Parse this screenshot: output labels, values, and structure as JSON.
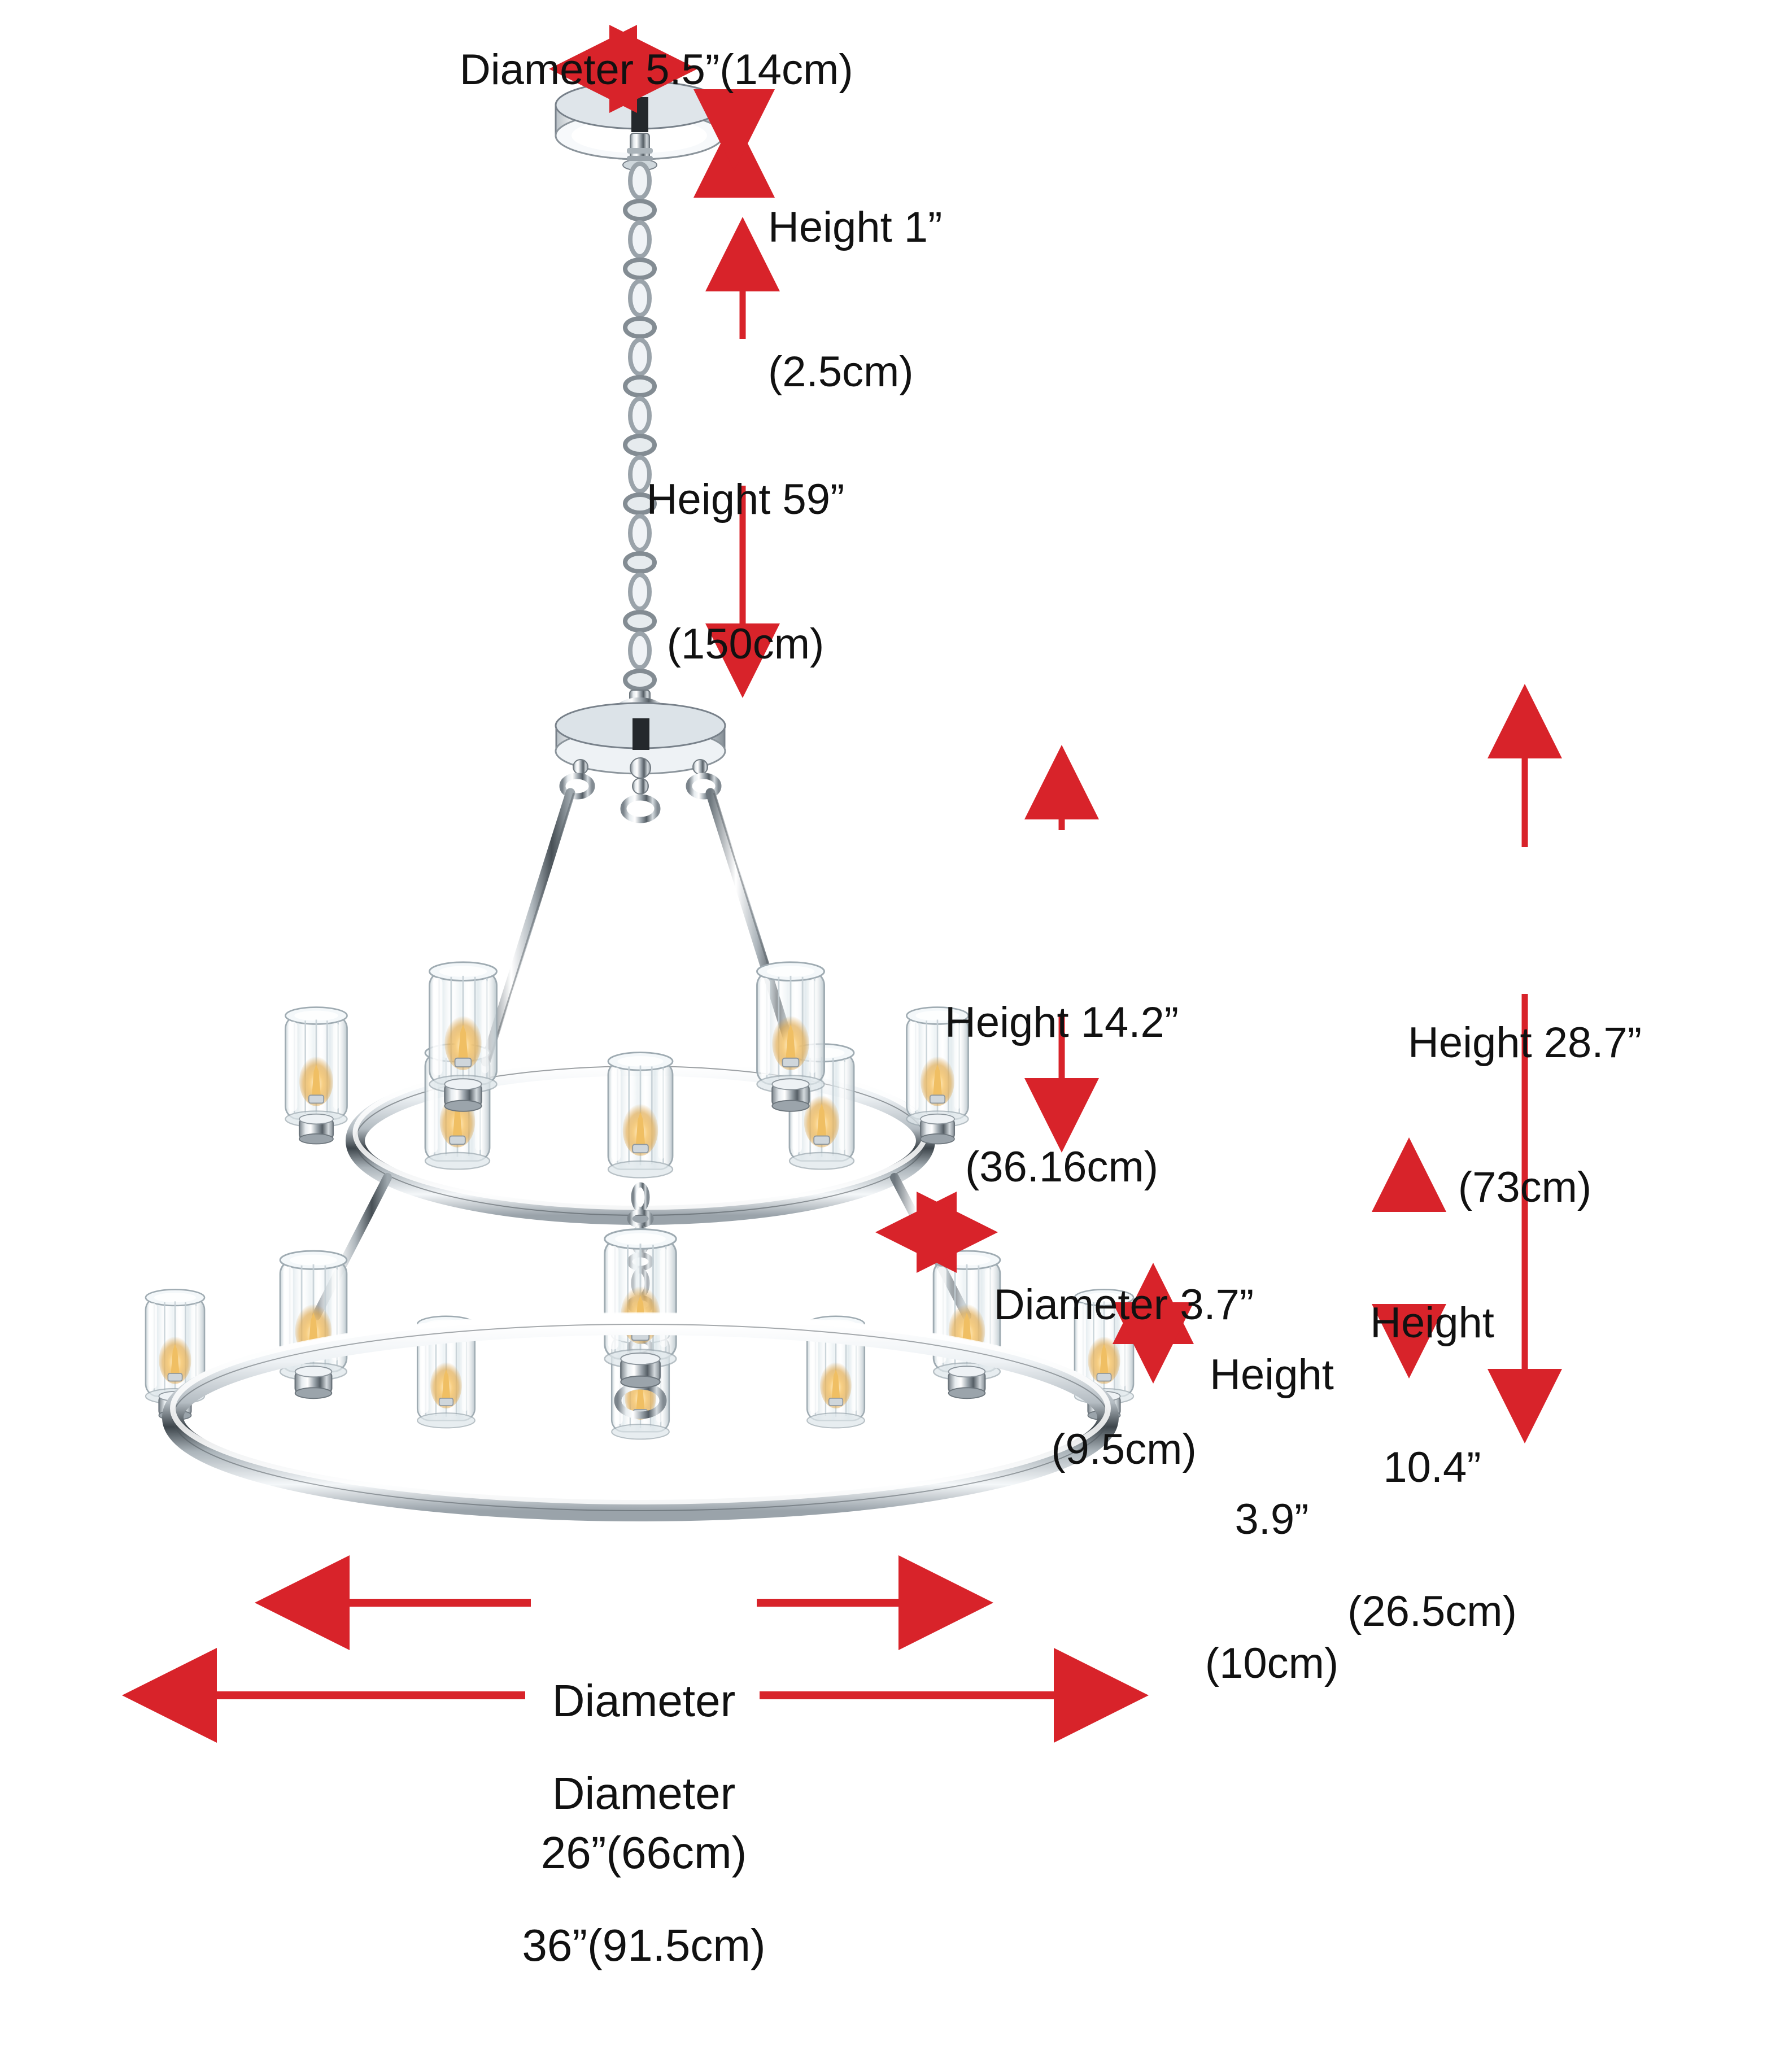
{
  "product": {
    "name": "two-tier-chandelier",
    "finish": "chrome",
    "shade_type": "clear-glass-cylinder"
  },
  "colors": {
    "arrow_red": "#D8232A",
    "text_black": "#111111",
    "background": "#FFFFFF",
    "chrome_light": "#F2F4F6",
    "chrome_mid": "#BFC6CC",
    "chrome_dark": "#6E777E",
    "chrome_shadow": "#2B3136",
    "glass_tint": "#EDF2F4",
    "bulb_glow": "#F2BE5C"
  },
  "annotations": [
    {
      "id": "canopy-diameter",
      "name": "canopy-diameter-label",
      "line1": "Diameter 5.5”(14cm)",
      "line2": "",
      "value_in": 5.5,
      "value_cm": 14,
      "kind": "diameter",
      "arrow": "horizontal-double"
    },
    {
      "id": "canopy-height",
      "name": "canopy-height-label",
      "line1": "Height 1”",
      "line2": "(2.5cm)",
      "value_in": 1,
      "value_cm": 2.5,
      "kind": "height",
      "arrow": "vertical-double-short"
    },
    {
      "id": "chain-height",
      "name": "chain-height-label",
      "line1": "Height 59”",
      "line2": "(150cm)",
      "value_in": 59,
      "value_cm": 150,
      "kind": "height",
      "arrow": "vertical-double-split"
    },
    {
      "id": "upper-body-height",
      "name": "upper-body-height-label",
      "line1": "Height 14.2”",
      "line2": "(36.16cm)",
      "value_in": 14.2,
      "value_cm": 36.16,
      "kind": "height",
      "arrow": "vertical-double-split"
    },
    {
      "id": "shade-diameter",
      "name": "shade-diameter-label",
      "line1": "Diameter 3.7”",
      "line2": "(9.5cm)",
      "value_in": 3.7,
      "value_cm": 9.5,
      "kind": "diameter",
      "arrow": "horizontal-double"
    },
    {
      "id": "overall-body-height",
      "name": "overall-body-height-label",
      "line1": "Height 28.7”",
      "line2": "(73cm)",
      "value_in": 28.7,
      "value_cm": 73,
      "kind": "height",
      "arrow": "vertical-double-split"
    },
    {
      "id": "shade-height",
      "name": "shade-height-label",
      "line1": "Height",
      "line2": "3.9”",
      "line3": "(10cm)",
      "value_in": 3.9,
      "value_cm": 10,
      "kind": "height",
      "arrow": "vertical-double-short"
    },
    {
      "id": "lower-tier-height",
      "name": "lower-tier-height-label",
      "line1": "Height",
      "line2": "10.4”",
      "line3": "(26.5cm)",
      "value_in": 10.4,
      "value_cm": 26.5,
      "kind": "height",
      "arrow": "vertical-double-split"
    },
    {
      "id": "upper-ring-diameter",
      "name": "upper-ring-diameter-label",
      "line1": "Diameter",
      "line2": "26”(66cm)",
      "value_in": 26,
      "value_cm": 66,
      "kind": "diameter",
      "arrow": "horizontal-double"
    },
    {
      "id": "lower-ring-diameter",
      "name": "lower-ring-diameter-label",
      "line1": "Diameter",
      "line2": "36”(91.5cm)",
      "value_in": 36,
      "value_cm": 91.5,
      "kind": "diameter",
      "arrow": "horizontal-double"
    }
  ],
  "labels": {
    "canopy_diameter": "Diameter 5.5”(14cm)",
    "canopy_height_l1": "Height 1”",
    "canopy_height_l2": "(2.5cm)",
    "chain_height_l1": "Height 59”",
    "chain_height_l2": "(150cm)",
    "upper_body_height_l1": "Height 14.2”",
    "upper_body_height_l2": "(36.16cm)",
    "shade_diameter_l1": "Diameter 3.7”",
    "shade_diameter_l2": "(9.5cm)",
    "overall_height_l1": "Height 28.7”",
    "overall_height_l2": "(73cm)",
    "shade_height_l1": "Height",
    "shade_height_l2": "3.9”",
    "shade_height_l3": "(10cm)",
    "lower_tier_height_l1": "Height",
    "lower_tier_height_l2": "10.4”",
    "lower_tier_height_l3": "(26.5cm)",
    "upper_ring_diameter_l1": "Diameter",
    "upper_ring_diameter_l2": "26”(66cm)",
    "lower_ring_diameter_l1": "Diameter",
    "lower_ring_diameter_l2": "36”(91.5cm)"
  }
}
